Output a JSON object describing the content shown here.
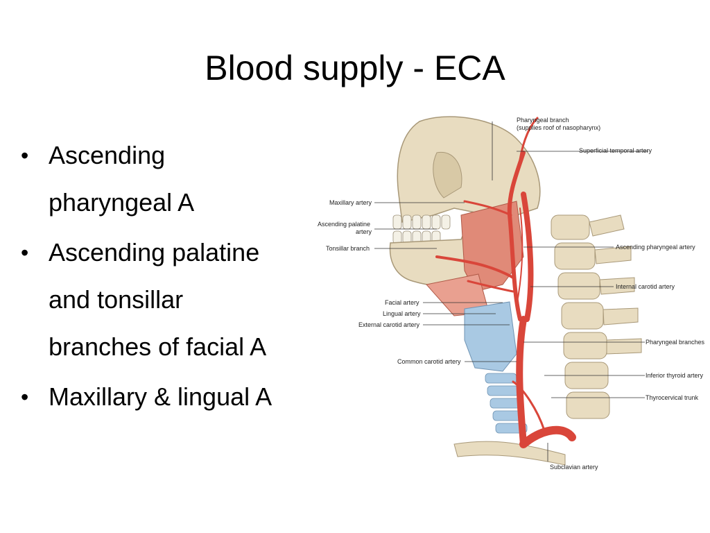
{
  "slide": {
    "title": "Blood supply - ECA",
    "bullets": [
      {
        "line1": "Ascending",
        "line2": "pharyngeal A"
      },
      {
        "line1": "Ascending palatine",
        "line2": "and tonsillar",
        "line3": "branches of facial A"
      },
      {
        "line1": "Maxillary & lingual A"
      }
    ]
  },
  "figure": {
    "labels": {
      "pharyngeal_branch_1": "Pharyngeal branch",
      "pharyngeal_branch_2": "(supplies roof of nasopharynx)",
      "superficial_temporal": "Superficial temporal artery",
      "maxillary": "Maxillary artery",
      "ascending_palatine_1": "Ascending palatine",
      "ascending_palatine_2": "artery",
      "tonsillar": "Tonsillar branch",
      "ascending_pharyngeal": "Ascending pharyngeal artery",
      "internal_carotid": "Internal carotid artery",
      "facial": "Facial artery",
      "lingual": "Lingual artery",
      "external_carotid": "External carotid artery",
      "pharyngeal_branches": "Pharyngeal branches",
      "common_carotid": "Common carotid artery",
      "inferior_thyroid": "Inferior thyroid artery",
      "thyrocervical": "Thyrocervical trunk",
      "subclavian": "Subclavian artery"
    }
  },
  "colors": {
    "bone": "#e8dcc0",
    "artery": "#d9463a",
    "muscle": "#e08a78",
    "cartilage": "#a9c9e3"
  }
}
